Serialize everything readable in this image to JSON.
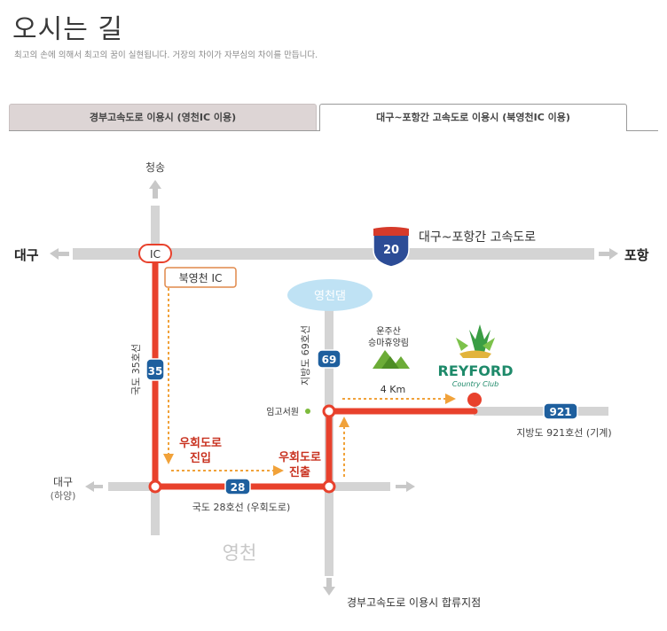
{
  "header": {
    "title": "오시는 길",
    "subtitle": "최고의 손에 의해서 최고의 꿈이 실현됩니다. 거장의 차이가 자부심의 차이를 만듭니다."
  },
  "tabs": [
    {
      "label": "경부고속도로 이용시 (영천IC 이용)",
      "active": false
    },
    {
      "label": "대구~포항간 고속도로 이용시 (북영천IC 이용)",
      "active": true
    }
  ],
  "map": {
    "places": {
      "north": "청송",
      "west": "대구",
      "east": "포항",
      "southwest_line1": "대구",
      "southwest_line2": "(하양)",
      "city": "영천",
      "dam": "영천댐",
      "south_exit": "경부고속도로 이용시 합류지점",
      "forest_line1": "운주산",
      "forest_line2": "승마휴양림",
      "school": "임고서원"
    },
    "ic": {
      "marker": "IC",
      "callout": "북영천 IC"
    },
    "highway": {
      "shield": "20",
      "name": "대구~포항간 고속도로"
    },
    "roads": {
      "r35_shield": "35",
      "r35_label": "국도 35호선",
      "r69_shield": "69",
      "r69_label": "지방도 69호선",
      "r28_shield": "28",
      "r28_label": "국도 28호선 (우회도로)",
      "r921_shield": "921",
      "r921_label": "지방도 921호선 (기계)"
    },
    "bypass_in_line1": "우회도로",
    "bypass_in_line2": "진입",
    "bypass_out_line1": "우회도로",
    "bypass_out_line2": "진출",
    "distance": "4 Km",
    "logo": {
      "name": "REYFORD",
      "sub": "Country Club"
    }
  },
  "colors": {
    "route": "#e8412c",
    "road": "#d4d4d4",
    "shield": "#1e5f9e",
    "dashed": "#f1a23a",
    "text_red": "#c8311f"
  }
}
